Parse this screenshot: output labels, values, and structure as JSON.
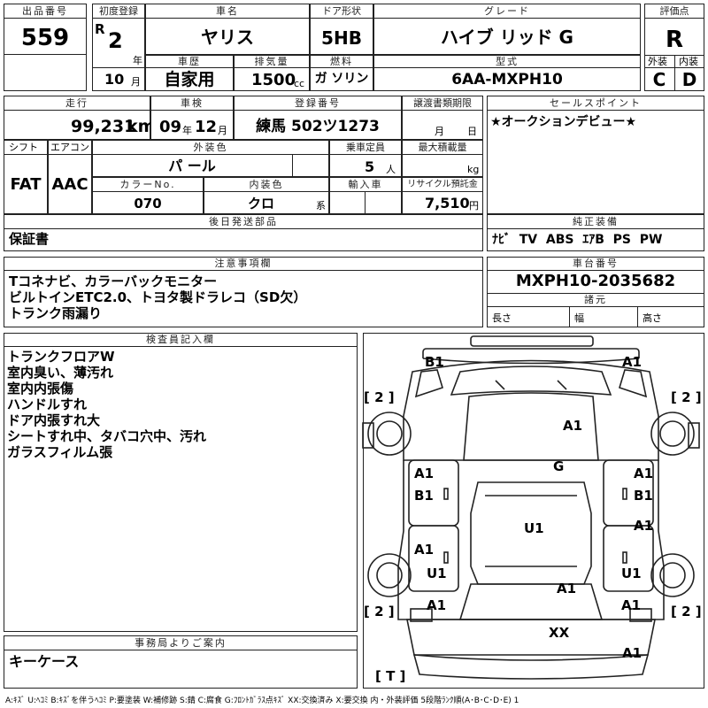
{
  "labels": {
    "lot_number": "出品番号",
    "first_registration": "初度登録",
    "car_name": "車名",
    "door_type": "ドア形状",
    "grade": "グレード",
    "score": "評価点",
    "history": "車歴",
    "displacement": "排気量",
    "fuel": "燃料",
    "model_code": "型式",
    "exterior": "外装",
    "interior": "内装",
    "mileage": "走行",
    "inspection": "車検",
    "registration_number": "登録番号",
    "transfer_deadline": "譲渡書類期限",
    "sales_point": "セールスポイント",
    "shift": "シフト",
    "aircon": "エアコン",
    "exterior_color": "外装色",
    "capacity": "乗車定員",
    "max_load": "最大積載量",
    "color_no": "カラーNo.",
    "interior_color": "内装色",
    "import": "輸入車",
    "recycle_fee": "リサイクル預託金",
    "later_parts": "後日発送部品",
    "genuine_equipment": "純正装備",
    "notes": "注意事項欄",
    "chassis_number": "車台番号",
    "specs": "諸元",
    "length": "長さ",
    "width": "幅",
    "height": "高さ",
    "inspector_notes": "検査員記入欄",
    "office_info": "事務局よりご案内"
  },
  "vehicle": {
    "lot_number": "559",
    "era": "R",
    "year": "2",
    "year_unit": "年",
    "month": "10",
    "month_unit": "月",
    "car_name": "ヤリス",
    "door_type": "5HB",
    "grade": "ハイブ リッド G",
    "score": "R",
    "history": "自家用",
    "displacement": "1500",
    "displacement_unit": "cc",
    "fuel": "ガ ソリン",
    "model_code": "6AA-MXPH10",
    "exterior_grade": "C",
    "interior_grade": "D",
    "mileage": "99,231",
    "mileage_unit": "km",
    "inspection_year": "09",
    "inspection_year_unit": "年",
    "inspection_month": "12",
    "inspection_month_unit": "月",
    "registration_number": "練馬 502ツ1273",
    "deadline_month_unit": "月",
    "deadline_day_unit": "日",
    "sales_point": "★オークションデビュー★",
    "shift": "FAT",
    "aircon": "AAC",
    "exterior_color": "パ ール",
    "capacity": "5",
    "capacity_unit": "人",
    "max_load_unit": "kg",
    "color_no": "070",
    "interior_color": "クロ",
    "interior_color_unit": "系",
    "recycle_fee": "7,510",
    "recycle_unit": "円",
    "later_parts": "保証書",
    "genuine_equipment": "ﾅﾋﾞ  TV  ABS  ｴｱB  PS  PW",
    "notes": [
      "Tコネナビ、カラーバックモニター",
      "ビルトインETC2.0、トヨタ製ドラレコ（SD欠）",
      "トランク雨漏り"
    ],
    "chassis_number": "MXPH10-2035682",
    "inspector_notes": [
      "トランクフロアW",
      "室内臭い、薄汚れ",
      "室内内張傷",
      "ハンドルすれ",
      "ドア内張すれ大",
      "シートすれ中、タバコ穴中、汚れ",
      "ガラスフィルム張"
    ],
    "office_info": "キーケース"
  },
  "damage": {
    "rear_left": "B1",
    "rear_right": "A1",
    "bracket_left_top": "[ 2 ]",
    "bracket_right_top": "[ 2 ]",
    "rear_glass": "A1",
    "roof_glass": "G",
    "left_rear_door_1": "A1",
    "left_rear_door_2": "B1",
    "right_rear_door_1": "A1",
    "right_rear_door_2": "B1",
    "roof": "U1",
    "left_front_door": "A1",
    "right_front_door": "A1",
    "left_fender_1": "U1",
    "left_fender_2": "A1",
    "right_fender_1": "U1",
    "right_fender_2": "A1",
    "hood": "A1",
    "bracket_left_bottom": "[ 2 ]",
    "bracket_right_bottom": "[ 2 ]",
    "front_xx": "XX",
    "front_right": "A1",
    "bracket_t": "[ T ]"
  },
  "legend": "A:ｷｽﾞ U:ﾍｺﾐ B:ｷｽﾞを伴うﾍｺﾐ P:要塗装 W:補修跡 S:錆 C:腐食 G:ﾌﾛﾝﾄｶﾞﾗｽ点ｷｽﾞ XX:交換済み X:要交換 内・外装評価 5段階ﾗﾝｸ順(A･B･C･D･E) 1"
}
